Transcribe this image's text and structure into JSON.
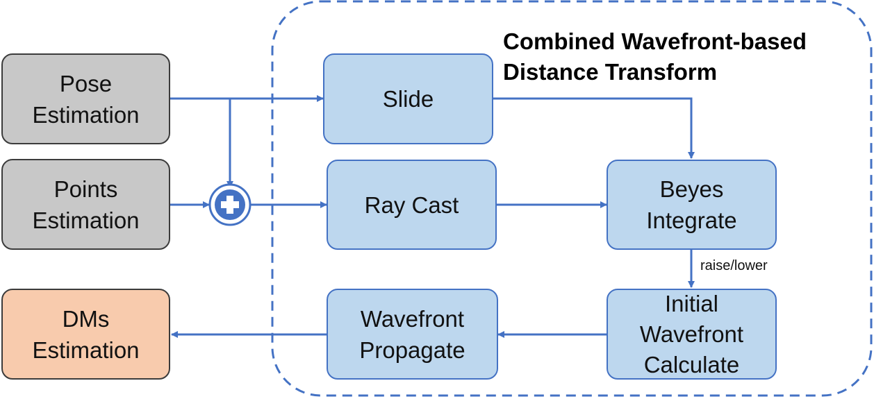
{
  "group": {
    "title_line1": "Combined Wavefront-based",
    "title_line2": "Distance Transform"
  },
  "nodes": {
    "pose": {
      "line1": "Pose",
      "line2": "Estimation"
    },
    "points": {
      "line1": "Points",
      "line2": "Estimation"
    },
    "dms": {
      "line1": "DMs",
      "line2": "Estimation"
    },
    "slide": {
      "line1": "Slide"
    },
    "raycast": {
      "line1": "Ray Cast"
    },
    "integrate": {
      "line1": "Beyes",
      "line2": "Integrate"
    },
    "initial": {
      "line1": "Initial",
      "line2": "Wavefront",
      "line3": "Calculate"
    },
    "propagate": {
      "line1": "Wavefront",
      "line2": "Propagate"
    }
  },
  "edges": {
    "integrate_to_initial_label": "raise/lower"
  },
  "colors": {
    "arrow": "#4472c4",
    "input_box": "#c8c8c8",
    "process_box": "#bdd7ee",
    "output_box": "#f8cbad",
    "group_border": "#4472c4"
  },
  "icons": {
    "combine": "plus-circle-icon"
  }
}
